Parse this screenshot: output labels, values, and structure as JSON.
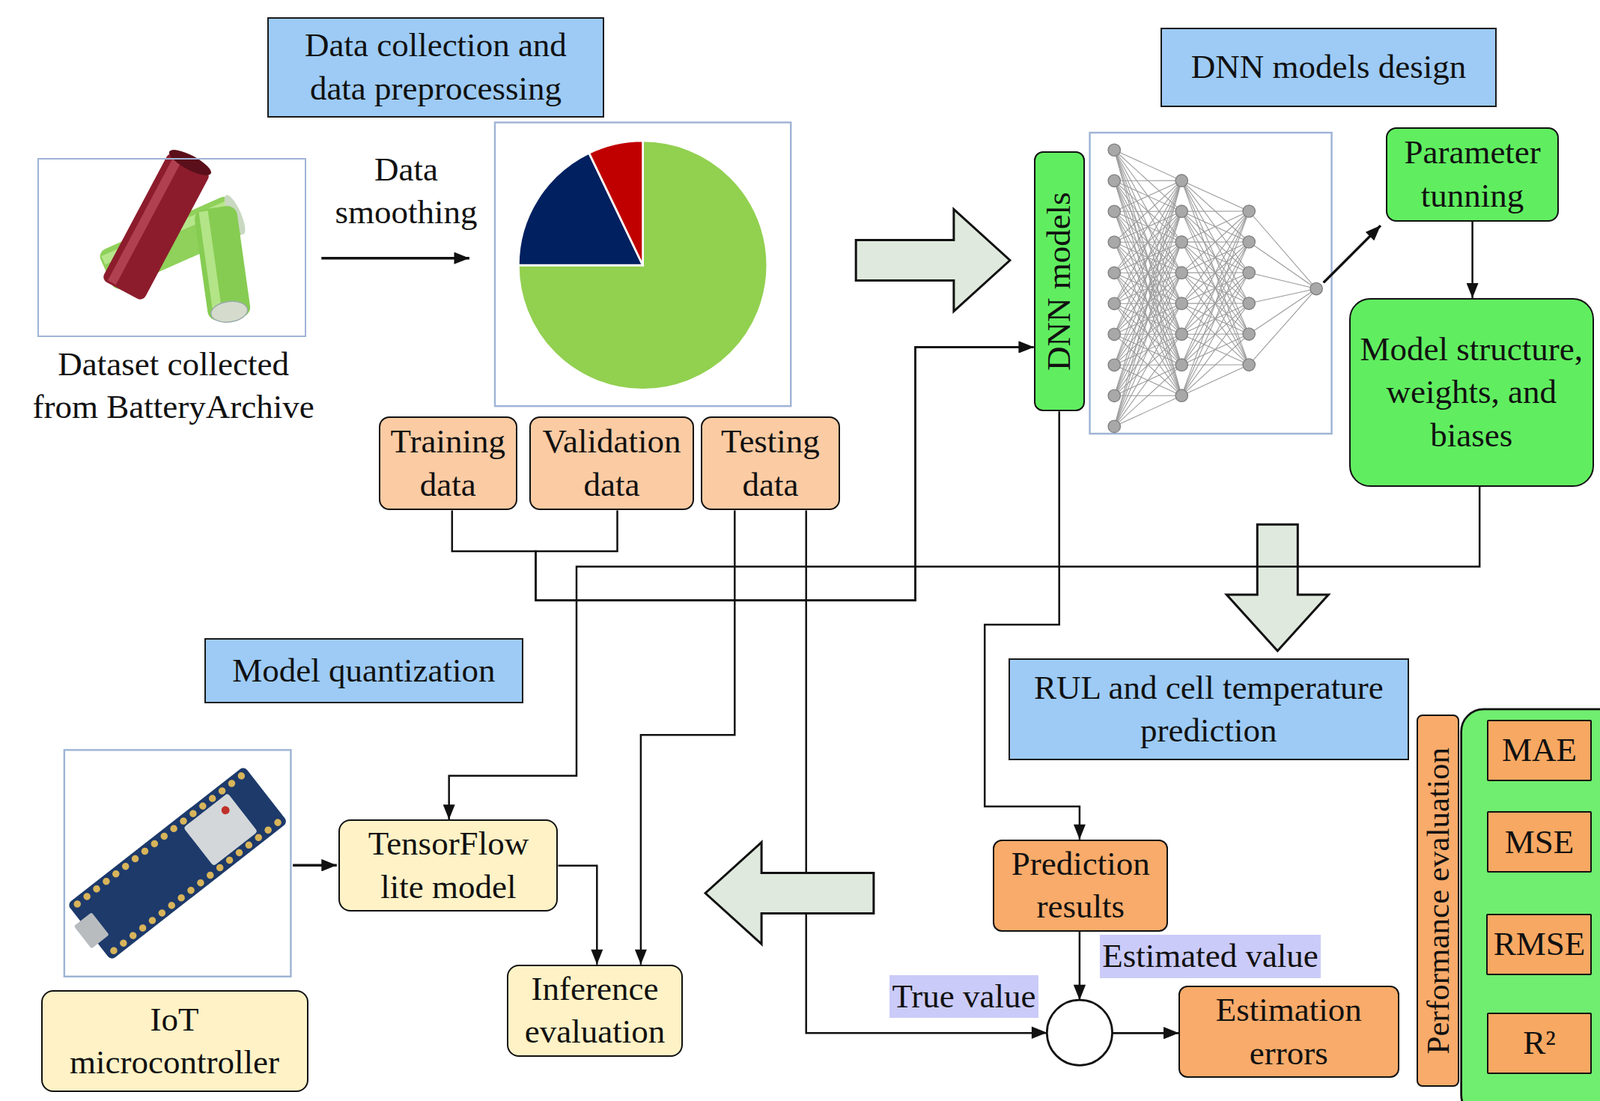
{
  "diagram": {
    "nodes": [
      {
        "text": [
          "Data collection and data preprocessing"
        ]
      },
      {
        "text": [
          "Dataset collected from BatteryArchive"
        ],
        "in": 0
      },
      {
        "text": [
          "Training data"
        ],
        "in": 0
      },
      {
        "text": [
          "Validation data"
        ],
        "in": 0
      },
      {
        "text": [
          "Testing data"
        ],
        "in": 0
      },
      {
        "text": [
          "DNN models design"
        ]
      },
      {
        "text": [
          "DNN models"
        ],
        "in": 5
      },
      {
        "text": [
          "Parameter tunning"
        ],
        "in": 5
      },
      {
        "text": [
          "Model structure, weights, and biases"
        ],
        "in": 5
      },
      {
        "text": [
          "RUL and cell temperature prediction"
        ]
      },
      {
        "text": [
          "Prediction results"
        ],
        "in": 9
      },
      {
        "text": [
          "Estimation errors"
        ],
        "in": 9
      },
      {
        "text": [
          "Performance evaluation"
        ],
        "in": 9
      },
      {
        "text": [
          "MAE"
        ],
        "in": 9
      },
      {
        "text": [
          "MSE"
        ],
        "in": 9
      },
      {
        "text": [
          "RMSE"
        ],
        "in": 9
      },
      {
        "text": [
          "R²"
        ],
        "in": 9
      },
      {
        "text": [
          "Model quantization"
        ]
      },
      {
        "text": [
          "IoT microcontroller"
        ],
        "in": 17
      },
      {
        "text": [
          "TensorFlow lite model"
        ],
        "in": 17
      },
      {
        "text": [
          "Inference evaluation"
        ],
        "in": 17
      }
    ],
    "edges": [
      {
        "from": 0,
        "to": 5,
        "arrow": "to"
      },
      {
        "from": 2,
        "to": 6,
        "arrow": "to"
      },
      {
        "from": 3,
        "to": 6,
        "arrow": "to"
      },
      {
        "from": 7,
        "to": 8,
        "arrow": "to"
      },
      {
        "from": 5,
        "to": 9,
        "arrow": "to"
      },
      {
        "from": 6,
        "to": 10,
        "arrow": "to"
      },
      {
        "from": 8,
        "to": 19,
        "arrow": "to"
      },
      {
        "from": 4,
        "to": 20,
        "arrow": "to"
      },
      {
        "from": 4,
        "to": 11,
        "label": "True value",
        "arrow": "to"
      },
      {
        "from": 10,
        "to": 11,
        "label": "Estimated value",
        "arrow": "to"
      },
      {
        "from": 9,
        "to": 17,
        "arrow": "to"
      },
      {
        "from": 19,
        "to": 20,
        "arrow": "to"
      }
    ],
    "labels": [
      "Data smoothing"
    ]
  }
}
